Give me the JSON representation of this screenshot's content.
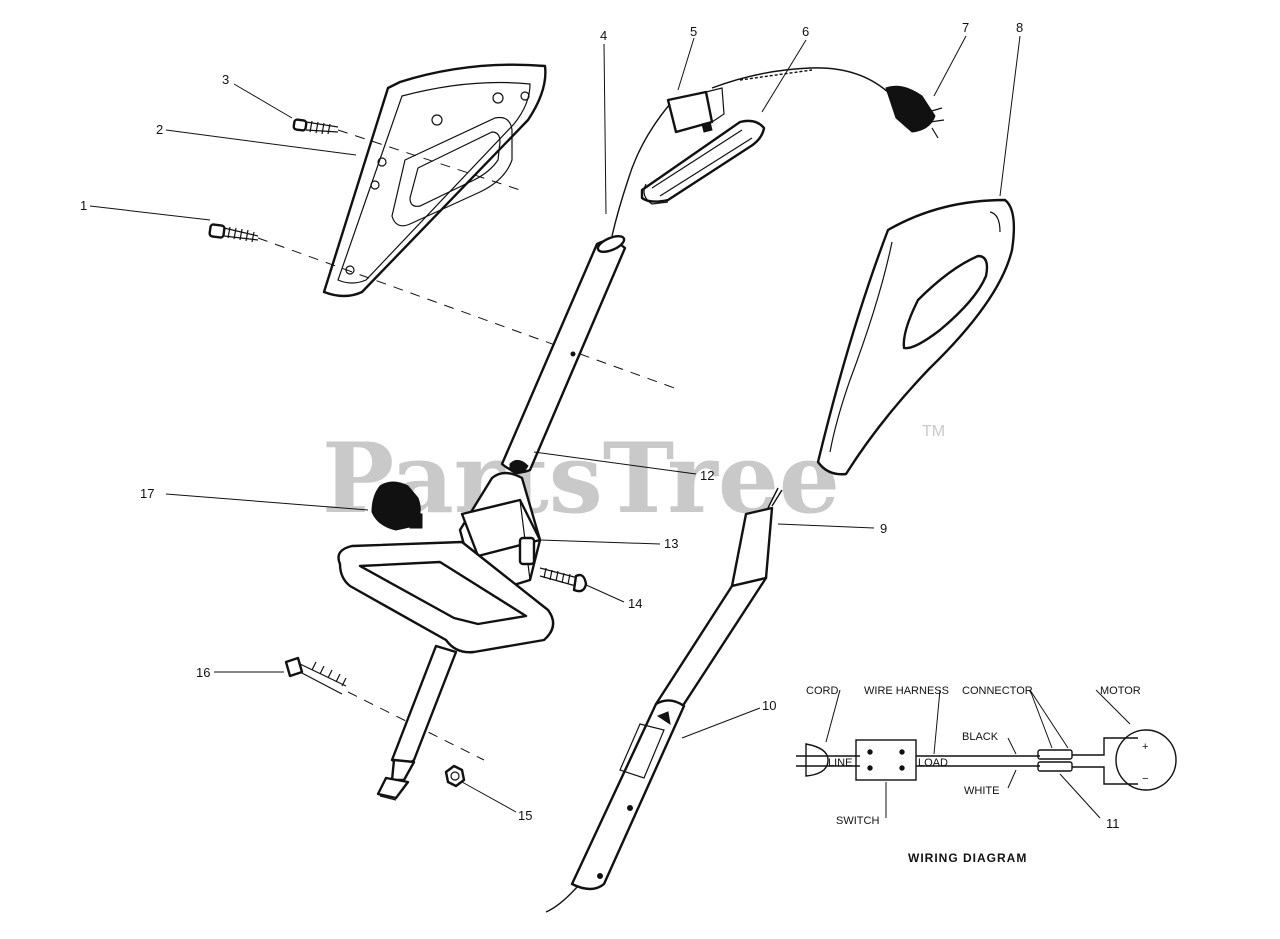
{
  "watermark": {
    "brand": "PartsTree",
    "tm": "TM"
  },
  "callouts": [
    {
      "id": "1",
      "label": "1"
    },
    {
      "id": "2",
      "label": "2"
    },
    {
      "id": "3",
      "label": "3"
    },
    {
      "id": "4",
      "label": "4"
    },
    {
      "id": "5",
      "label": "5"
    },
    {
      "id": "6",
      "label": "6"
    },
    {
      "id": "7",
      "label": "7"
    },
    {
      "id": "8",
      "label": "8"
    },
    {
      "id": "9",
      "label": "9"
    },
    {
      "id": "10",
      "label": "10"
    },
    {
      "id": "11",
      "label": "11"
    },
    {
      "id": "12",
      "label": "12"
    },
    {
      "id": "13",
      "label": "13"
    },
    {
      "id": "14",
      "label": "14"
    },
    {
      "id": "15",
      "label": "15"
    },
    {
      "id": "16",
      "label": "16"
    },
    {
      "id": "17",
      "label": "17"
    }
  ],
  "wiring": {
    "title": "WIRING DIAGRAM",
    "cord": "CORD",
    "wire_harness": "WIRE HARNESS",
    "connector": "CONNECTOR",
    "motor": "MOTOR",
    "black": "BLACK",
    "white": "WHITE",
    "line": "LINE",
    "load": "LOAD",
    "switch": "SWITCH",
    "plus": "+",
    "minus": "−"
  }
}
